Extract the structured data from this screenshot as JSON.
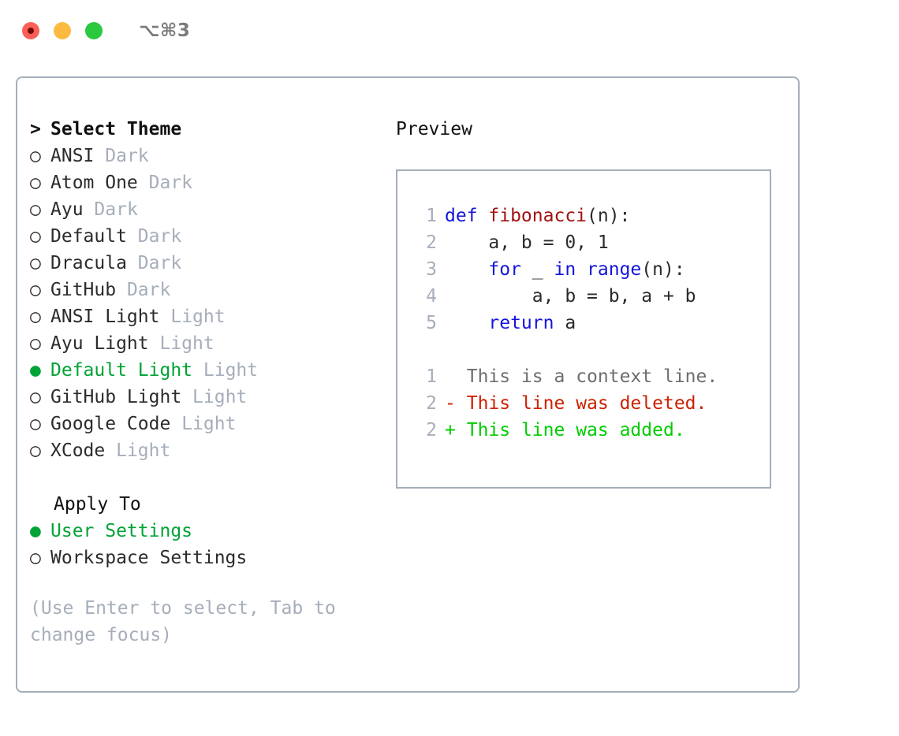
{
  "titlebar": {
    "shortcut": "⌥⌘3",
    "buttons": {
      "close": "close",
      "minimize": "minimize",
      "maximize": "maximize"
    }
  },
  "theme_picker": {
    "header_marker": ">",
    "header": "Select Theme",
    "items": [
      {
        "marker": "○",
        "name": "ANSI",
        "mode": "Dark",
        "selected": false
      },
      {
        "marker": "○",
        "name": "Atom One",
        "mode": "Dark",
        "selected": false
      },
      {
        "marker": "○",
        "name": "Ayu",
        "mode": "Dark",
        "selected": false
      },
      {
        "marker": "○",
        "name": "Default",
        "mode": "Dark",
        "selected": false
      },
      {
        "marker": "○",
        "name": "Dracula",
        "mode": "Dark",
        "selected": false
      },
      {
        "marker": "○",
        "name": "GitHub",
        "mode": "Dark",
        "selected": false
      },
      {
        "marker": "○",
        "name": "ANSI Light",
        "mode": "Light",
        "selected": false
      },
      {
        "marker": "○",
        "name": "Ayu Light",
        "mode": "Light",
        "selected": false
      },
      {
        "marker": "●",
        "name": "Default Light",
        "mode": "Light",
        "selected": true
      },
      {
        "marker": "○",
        "name": "GitHub Light",
        "mode": "Light",
        "selected": false
      },
      {
        "marker": "○",
        "name": "Google Code",
        "mode": "Light",
        "selected": false
      },
      {
        "marker": "○",
        "name": "XCode",
        "mode": "Light",
        "selected": false
      }
    ]
  },
  "apply_to": {
    "label": "Apply To",
    "items": [
      {
        "marker": "●",
        "name": "User Settings",
        "selected": true
      },
      {
        "marker": "○",
        "name": "Workspace Settings",
        "selected": false
      }
    ]
  },
  "hint": "(Use Enter to select, Tab to change focus)",
  "preview": {
    "title": "Preview",
    "code_lines": [
      {
        "number": "1",
        "tokens": [
          {
            "text": "def ",
            "type": "kw"
          },
          {
            "text": "fibonacci",
            "type": "fn"
          },
          {
            "text": "(n):",
            "type": "plain"
          }
        ]
      },
      {
        "number": "2",
        "tokens": [
          {
            "text": "    a, b = 0, 1",
            "type": "plain"
          }
        ]
      },
      {
        "number": "3",
        "tokens": [
          {
            "text": "    ",
            "type": "plain"
          },
          {
            "text": "for",
            "type": "kw"
          },
          {
            "text": " _ ",
            "type": "plain"
          },
          {
            "text": "in",
            "type": "kw"
          },
          {
            "text": " ",
            "type": "plain"
          },
          {
            "text": "range",
            "type": "kw"
          },
          {
            "text": "(n):",
            "type": "plain"
          }
        ]
      },
      {
        "number": "4",
        "tokens": [
          {
            "text": "        a, b = b, a + b",
            "type": "plain"
          }
        ]
      },
      {
        "number": "5",
        "tokens": [
          {
            "text": "    ",
            "type": "plain"
          },
          {
            "text": "return",
            "type": "kw"
          },
          {
            "text": " a",
            "type": "plain"
          }
        ]
      }
    ],
    "diff_lines": [
      {
        "number": "1",
        "sign": " ",
        "text": "This is a context line.",
        "kind": "ctx"
      },
      {
        "number": "2",
        "sign": "-",
        "text": "This line was deleted.",
        "kind": "del"
      },
      {
        "number": "2",
        "sign": "+",
        "text": "This line was added.",
        "kind": "add"
      }
    ]
  },
  "colors": {
    "selected_green": "#00a335",
    "dim_gray": "#a6aeba",
    "keyword_blue": "#1414dc",
    "function_red": "#a31111",
    "diff_delete_red": "#cc2200",
    "diff_add_green": "#00cc00",
    "context_gray": "#6e6e6e",
    "border": "#a6aeba",
    "text": "#2b2b2b"
  }
}
